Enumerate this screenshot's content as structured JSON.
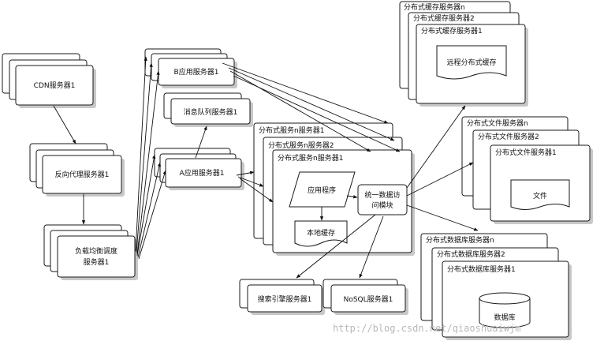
{
  "cdn": {
    "label": "CDN服务器1"
  },
  "reverse_proxy": {
    "label": "反向代理服务器1"
  },
  "load_balancer": {
    "line1": "负载均衡调度",
    "line2": "服务器1"
  },
  "b_app": {
    "label": "B应用服务器1"
  },
  "mq": {
    "label": "消息队列服务器1"
  },
  "a_app": {
    "label": "A应用服务器1"
  },
  "dist_service": {
    "labels": [
      "分布式服务n服务器1",
      "分布式服务n服务器2",
      "分布式服务n服务器1"
    ],
    "app_program": "应用程序",
    "local_cache": "本地缓存",
    "data_access": {
      "line1": "统一数据访",
      "line2": "问模块"
    }
  },
  "dist_cache": {
    "labels": [
      "分布式缓存服务器n",
      "分布式缓存服务器2",
      "分布式缓存服务器1"
    ],
    "inner": "远程分布式缓存"
  },
  "dist_file": {
    "labels": [
      "分布式文件服务器n",
      "分布式文件服务器2",
      "分布式文件服务器1"
    ],
    "inner": "文件"
  },
  "dist_db": {
    "labels": [
      "分布式数据库服务器n",
      "分布式数据库服务器2",
      "分布式数据库服务器1"
    ],
    "inner": "数据库"
  },
  "search": {
    "label": "搜索引擎服务器1"
  },
  "nosql": {
    "label": "NoSQL服务器1"
  },
  "watermark": "http://blog.csdn.net/qiaoshuaiwjm"
}
